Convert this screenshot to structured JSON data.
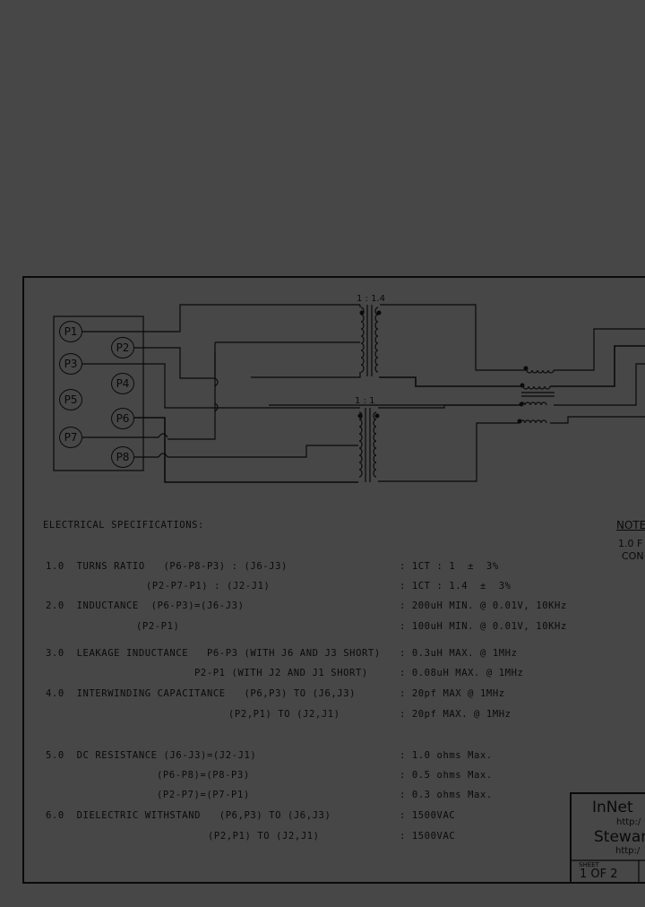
{
  "diagram": {
    "connector_pins": [
      "P1",
      "P2",
      "P3",
      "P4",
      "P5",
      "P6",
      "P7",
      "P8"
    ],
    "transformers": [
      {
        "id": "upper",
        "ratio_label": "1 : 1.4"
      },
      {
        "id": "lower",
        "ratio_label": "1 : 1"
      }
    ],
    "common_mode_chokes": 4
  },
  "specs": {
    "title": "ELECTRICAL SPECIFICATIONS:",
    "rows": [
      {
        "label": "1.0  TURNS RATIO   (P6-P8-P3) : (J6-J3)",
        "value": ": 1CT : 1  ±  3%"
      },
      {
        "label": "(P2-P7-P1) : (J2-J1)",
        "value": ": 1CT : 1.4  ±  3%"
      },
      {
        "label": "2.0  INDUCTANCE  (P6-P3)=(J6-J3)",
        "value": ": 200uH MIN. @ 0.01V, 10KHz"
      },
      {
        "label": "(P2-P1)",
        "value": ": 100uH MIN. @ 0.01V, 10KHz"
      },
      {
        "label": "3.0  LEAKAGE INDUCTANCE   P6-P3 (WITH J6 AND J3 SHORT)",
        "value": ": 0.3uH MAX. @ 1MHz"
      },
      {
        "label": "P2-P1 (WITH J2 AND J1 SHORT)",
        "value": ": 0.08uH MAX. @ 1MHz"
      },
      {
        "label": "4.0  INTERWINDING CAPACITANCE   (P6,P3) TO (J6,J3)",
        "value": ": 20pf MAX @ 1MHz"
      },
      {
        "label": "(P2,P1) TO (J2,J1)",
        "value": ": 20pf MAX. @ 1MHz"
      },
      {
        "label": "5.0  DC RESISTANCE (J6-J3)=(J2-J1)",
        "value": ": 1.0 ohms Max."
      },
      {
        "label": "(P6-P8)=(P8-P3)",
        "value": ": 0.5 ohms Max."
      },
      {
        "label": "(P2-P7)=(P7-P1)",
        "value": ": 0.3 ohms Max."
      },
      {
        "label": "6.0  DIELECTRIC WITHSTAND   (P6,P3) TO (J6,J3)",
        "value": ": 1500VAC"
      },
      {
        "label": "(P2,P1) TO (J2,J1)",
        "value": ": 1500VAC"
      }
    ]
  },
  "notes": {
    "title": "NOTE",
    "line1": "1.0  F",
    "line2": "CON"
  },
  "title_block": {
    "company": "InNet",
    "url1": "http:/",
    "company2": "Stewart",
    "url2": "http:/",
    "sheet_label": "SHEET",
    "sheet_value": "1  OF  2"
  }
}
